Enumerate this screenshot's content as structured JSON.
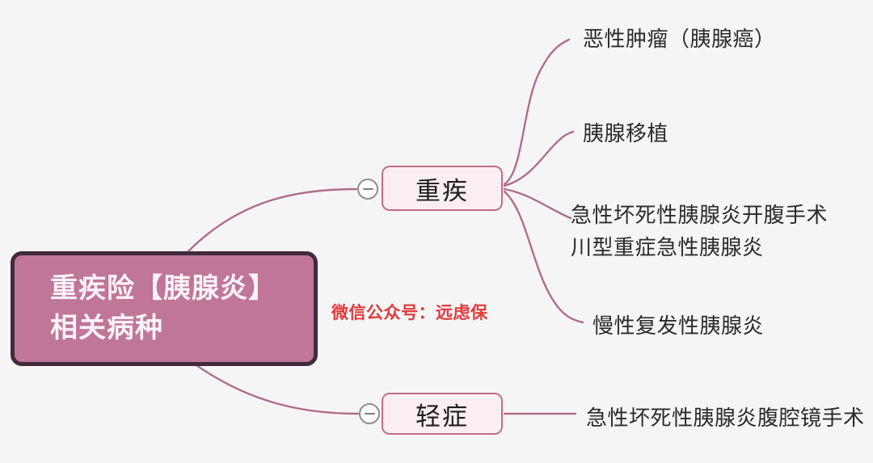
{
  "diagram": {
    "type": "mindmap",
    "root": {
      "label": "重疾险【胰腺炎】\n相关病种"
    },
    "branches": [
      {
        "label": "重疾",
        "collapse_icon": "minus",
        "children": [
          "恶性肿瘤（胰腺癌）",
          "胰腺移植",
          "急性坏死性胰腺炎开腹手术\n川型重症急性胰腺炎",
          "慢性复发性胰腺炎"
        ]
      },
      {
        "label": "轻症",
        "collapse_icon": "minus",
        "children": [
          "急性坏死性胰腺炎腹腔镜手术"
        ]
      }
    ],
    "watermark": {
      "text": "微信公众号：远虑保"
    },
    "colors": {
      "canvas_background": "#f6f5f6",
      "root_fill": "#bf7697",
      "root_border": "#402a3c",
      "root_text": "#fcf2f7",
      "branch_fill": "#faeef2",
      "branch_border": "#c26d84",
      "branch_text": "#1e1e1e",
      "edge_stroke": "#b06d8b",
      "leaf_text": "#2b2b2b",
      "watermark_red": "#e23a3c",
      "collapse_circle_border": "#8e8e8e"
    }
  }
}
